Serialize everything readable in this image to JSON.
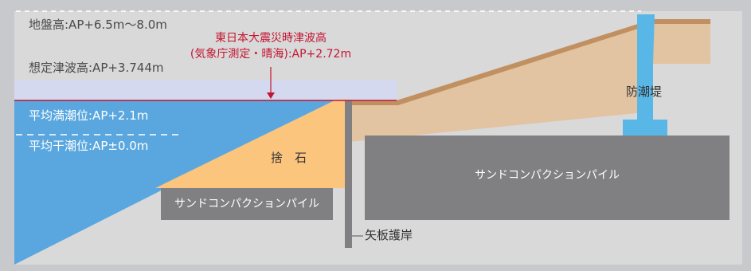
{
  "labels": {
    "ground_height": "地盤高:AP+6.5m〜8.0m",
    "tsunami_assumed": "想定津波高:AP+3.744m",
    "tsunami_actual_line1": "東日本大震災時津波高",
    "tsunami_actual_line2": "(気象庁測定・晴海):AP+2.72m",
    "mean_high_water": "平均満潮位:AP+2.1m",
    "mean_low_water": "平均干潮位:AP±0.0m",
    "riprap": "捨　石",
    "sand_compaction_pile_small": "サンドコンパクションパイル",
    "sand_compaction_pile_large": "サンドコンパクションパイル",
    "sheet_pile_revetment": "矢板護岸",
    "seawall": "防潮堤"
  },
  "colors": {
    "background": "#c7c9cc",
    "panel": "#d9d9da",
    "water": "#5aa7df",
    "tsunami_band": "#d4d9ef",
    "tsunami_line": "#c3152f",
    "riprap": "#fbc57e",
    "soil": "#e2c3a2",
    "soil_edge": "#c09061",
    "pile_block": "#808083",
    "seawall": "#59b7e7"
  }
}
